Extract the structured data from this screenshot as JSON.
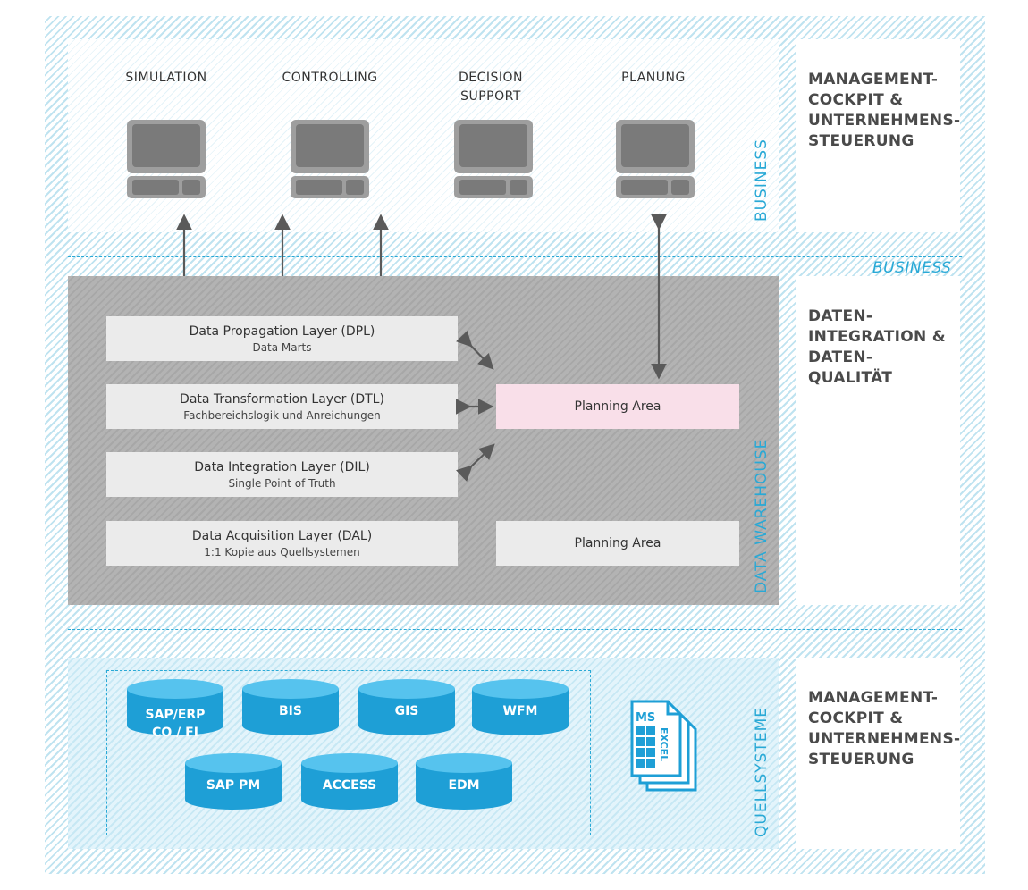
{
  "business": {
    "categories": [
      {
        "label": "SIMULATION"
      },
      {
        "label": "CONTROLLING"
      },
      {
        "label": "DECISION\nSUPPORT"
      },
      {
        "label": "PLANUNG"
      }
    ],
    "vertical_label": "BUSINESS",
    "separator_label": "BUSINESS"
  },
  "side_panels": {
    "top": "MANAGEMENT-\nCOCKPIT &\nUNTERNEHMENS-\nSTEUERUNG",
    "middle": "DATEN-\nINTEGRATION &\nDATEN-\nQUALITÄT",
    "bottom": "MANAGEMENT-\nCOCKPIT &\nUNTERNEHMENS-\nSTEUERUNG"
  },
  "data_warehouse": {
    "vertical_label": "DATA WAREHOUSE",
    "layers": [
      {
        "title": "Data Propagation Layer (DPL)",
        "subtitle": "Data Marts"
      },
      {
        "title": "Data Transformation Layer (DTL)",
        "subtitle": "Fachbereichslogik und Anreichungen"
      },
      {
        "title": "Data Integration Layer (DIL)",
        "subtitle": "Single Point of Truth"
      },
      {
        "title": "Data Acquisition Layer (DAL)",
        "subtitle": "1:1 Kopie aus Quellsystemen"
      }
    ],
    "planning_areas": [
      {
        "label": "Planning Area",
        "color": "#f9dfe9"
      },
      {
        "label": "Planning Area",
        "color": "#ebebeb"
      }
    ]
  },
  "sources": {
    "vertical_label": "QUELLSYSTEME",
    "databases": [
      {
        "label": "SAP/ERP\nCO / FI"
      },
      {
        "label": "BIS"
      },
      {
        "label": "GIS"
      },
      {
        "label": "WFM"
      },
      {
        "label": "SAP PM"
      },
      {
        "label": "ACCESS"
      },
      {
        "label": "EDM"
      }
    ],
    "excel": {
      "ms": "MS",
      "excel": "EXCEL"
    }
  },
  "colors": {
    "accent": "#29a9d6",
    "db_fill": "#1e9fd6",
    "warehouse_grey": "#ababab",
    "arrow": "#5a5a5a"
  },
  "icons": [
    "computer-icon",
    "database-icon",
    "excel-document-icon"
  ]
}
